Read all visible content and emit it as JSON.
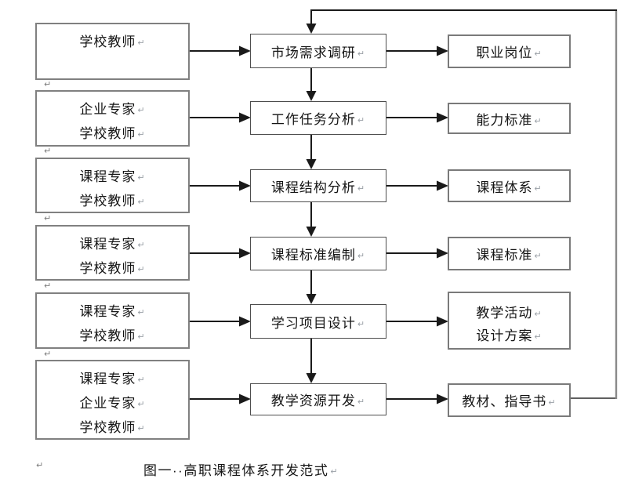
{
  "marks": {
    "return": "↵"
  },
  "caption": {
    "text": "图一··高职课程体系开发范式"
  },
  "rows": [
    {
      "left": [
        "学校教师"
      ],
      "middle": "市场需求调研",
      "right": [
        "职业岗位"
      ]
    },
    {
      "left": [
        "企业专家",
        "学校教师"
      ],
      "middle": "工作任务分析",
      "right": [
        "能力标准"
      ]
    },
    {
      "left": [
        "课程专家",
        "学校教师"
      ],
      "middle": "课程结构分析",
      "right": [
        "课程体系"
      ]
    },
    {
      "left": [
        "课程专家",
        "学校教师"
      ],
      "middle": "课程标准编制",
      "right": [
        "课程标准"
      ]
    },
    {
      "left": [
        "课程专家",
        "学校教师"
      ],
      "middle": "学习项目设计",
      "right": [
        "教学活动",
        "设计方案"
      ]
    },
    {
      "left": [
        "课程专家",
        "企业专家",
        "学校教师"
      ],
      "middle": "教学资源开发",
      "right": [
        "教材、指导书"
      ]
    }
  ],
  "colors": {
    "line": "#1a1a1a",
    "left_box_border": "#808080",
    "process_box_border": "#4d4d4d",
    "output_box_border": "#7a7a7a",
    "feedback_vertical": "#8a8a8a",
    "paragraph_mark": "#9aa0a6"
  }
}
